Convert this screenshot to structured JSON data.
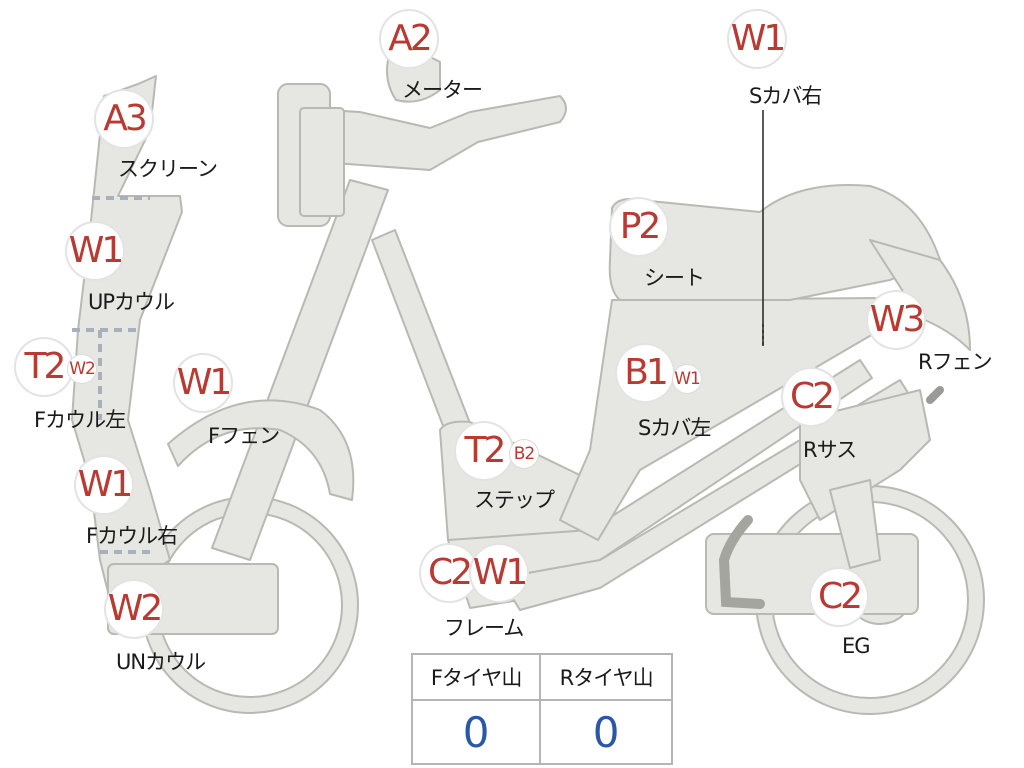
{
  "parts": {
    "meter": {
      "code": "A2",
      "label": "メーター"
    },
    "screen": {
      "code": "A3",
      "label": "スクリーン"
    },
    "up_cowl": {
      "code": "W1",
      "label": "UPカウル"
    },
    "f_cowl_left": {
      "code": "T2",
      "code2": "W2",
      "label": "Fカウル左"
    },
    "f_cowl_right": {
      "code": "W1",
      "label": "Fカウル右"
    },
    "un_cowl": {
      "code": "W2",
      "label": "UNカウル"
    },
    "f_fender": {
      "code": "W1",
      "label": "Fフェン"
    },
    "step": {
      "code": "T2",
      "code2": "B2",
      "label": "ステップ"
    },
    "frame": {
      "code": "C2",
      "code2": "W1",
      "label": "フレーム"
    },
    "s_cover_right": {
      "code": "W1",
      "label": "Sカバ右"
    },
    "seat": {
      "code": "P2",
      "label": "シート"
    },
    "s_cover_left": {
      "code": "B1",
      "code2": "W1",
      "label": "Sカバ左"
    },
    "r_fender": {
      "code": "W3",
      "label": "Rフェン"
    },
    "r_sus": {
      "code": "C2",
      "label": "Rサス"
    },
    "eg": {
      "code": "C2",
      "label": "EG"
    }
  },
  "tire_table": {
    "front_header": "Fタイヤ山",
    "rear_header": "Rタイヤ山",
    "front_value": "0",
    "rear_value": "0"
  },
  "colors": {
    "body_fill": "#e6e6e2",
    "body_stroke": "#b9b9b4",
    "badge_text": "#b83a32",
    "value_text": "#2a57a8"
  }
}
